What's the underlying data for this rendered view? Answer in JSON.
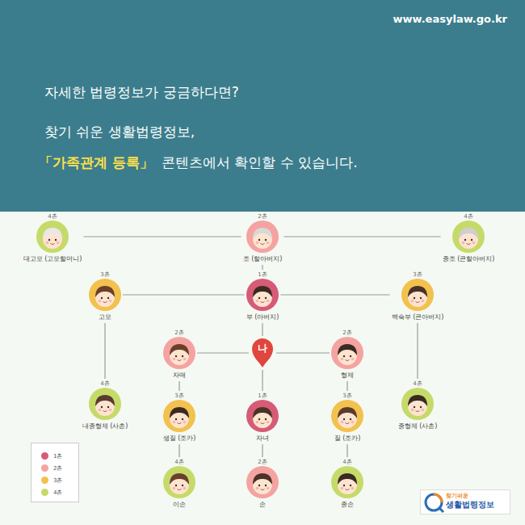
{
  "diagram": {
    "nodes": [
      {
        "text": [
          "4촌",
          "대고모 (고모할머니)"
        ]
      },
      {
        "text": [
          "2촌",
          "조 (할아버지)"
        ]
      },
      {
        "text": [
          "4촌",
          "종조 (큰할아버지)"
        ]
      },
      {
        "text": [
          "3촌",
          "고모"
        ]
      },
      {
        "text": [
          "1촌",
          "부 (아버지)"
        ]
      },
      {
        "text": [
          "3촌",
          "백숙부 (큰아버지)"
        ]
      },
      {
        "text": [
          "2촌",
          "자매"
        ]
      },
      {
        "text": [
          "나"
        ]
      },
      {
        "text": [
          "2촌",
          "형제"
        ]
      },
      {
        "text": [
          "4촌",
          "내종형제 (사촌)"
        ]
      },
      {
        "text": [
          "3촌",
          "생질 (조카)"
        ]
      },
      {
        "text": [
          "1촌",
          "자녀"
        ]
      },
      {
        "text": [
          "3촌",
          "질 (조카)"
        ]
      },
      {
        "text": [
          "4촌",
          "종형제 (사촌)"
        ]
      },
      {
        "text": [
          "4촌",
          "이손"
        ]
      },
      {
        "text": [
          "2촌",
          "손"
        ]
      },
      {
        "text": [
          "4촌",
          "종손"
        ]
      }
    ],
    "edges": [
      {
        "from": 0,
        "to": 1,
        "arrow": "none"
      },
      {
        "from": 1,
        "to": 2,
        "arrow": "none"
      },
      {
        "from": 1,
        "to": 4,
        "arrow": "none"
      },
      {
        "from": 3,
        "to": 4,
        "arrow": "none"
      },
      {
        "from": 4,
        "to": 5,
        "arrow": "none"
      },
      {
        "from": 3,
        "to": 9,
        "arrow": "none"
      },
      {
        "from": 5,
        "to": 13,
        "arrow": "none"
      },
      {
        "from": 4,
        "to": 7,
        "arrow": "none"
      },
      {
        "from": 6,
        "to": 7,
        "arrow": "none"
      },
      {
        "from": 7,
        "to": 8,
        "arrow": "none"
      },
      {
        "from": 6,
        "to": 10,
        "arrow": "none"
      },
      {
        "from": 10,
        "to": 14,
        "arrow": "none"
      },
      {
        "from": 7,
        "to": 11,
        "arrow": "none"
      },
      {
        "from": 11,
        "to": 15,
        "arrow": "none"
      },
      {
        "from": 8,
        "to": 12,
        "arrow": "none"
      },
      {
        "from": 12,
        "to": 16,
        "arrow": "none"
      }
    ],
    "labels": [
      "www.easylaw.go.kr",
      "자세한 법령정보가 궁금하다면?",
      "찾기 쉬운 생활법령정보,",
      "「가족관계 등록」",
      "콘텐츠에서 확인할 수 있습니다.",
      "찾기쉬운",
      "생활법령정보"
    ],
    "legend": [
      {
        "text": "1촌",
        "color": "#d65b76"
      },
      {
        "text": "2촌",
        "color": "#f4a3a0"
      },
      {
        "text": "3촌",
        "color": "#f2c14e"
      },
      {
        "text": "4촌",
        "color": "#c6da6a"
      }
    ]
  }
}
